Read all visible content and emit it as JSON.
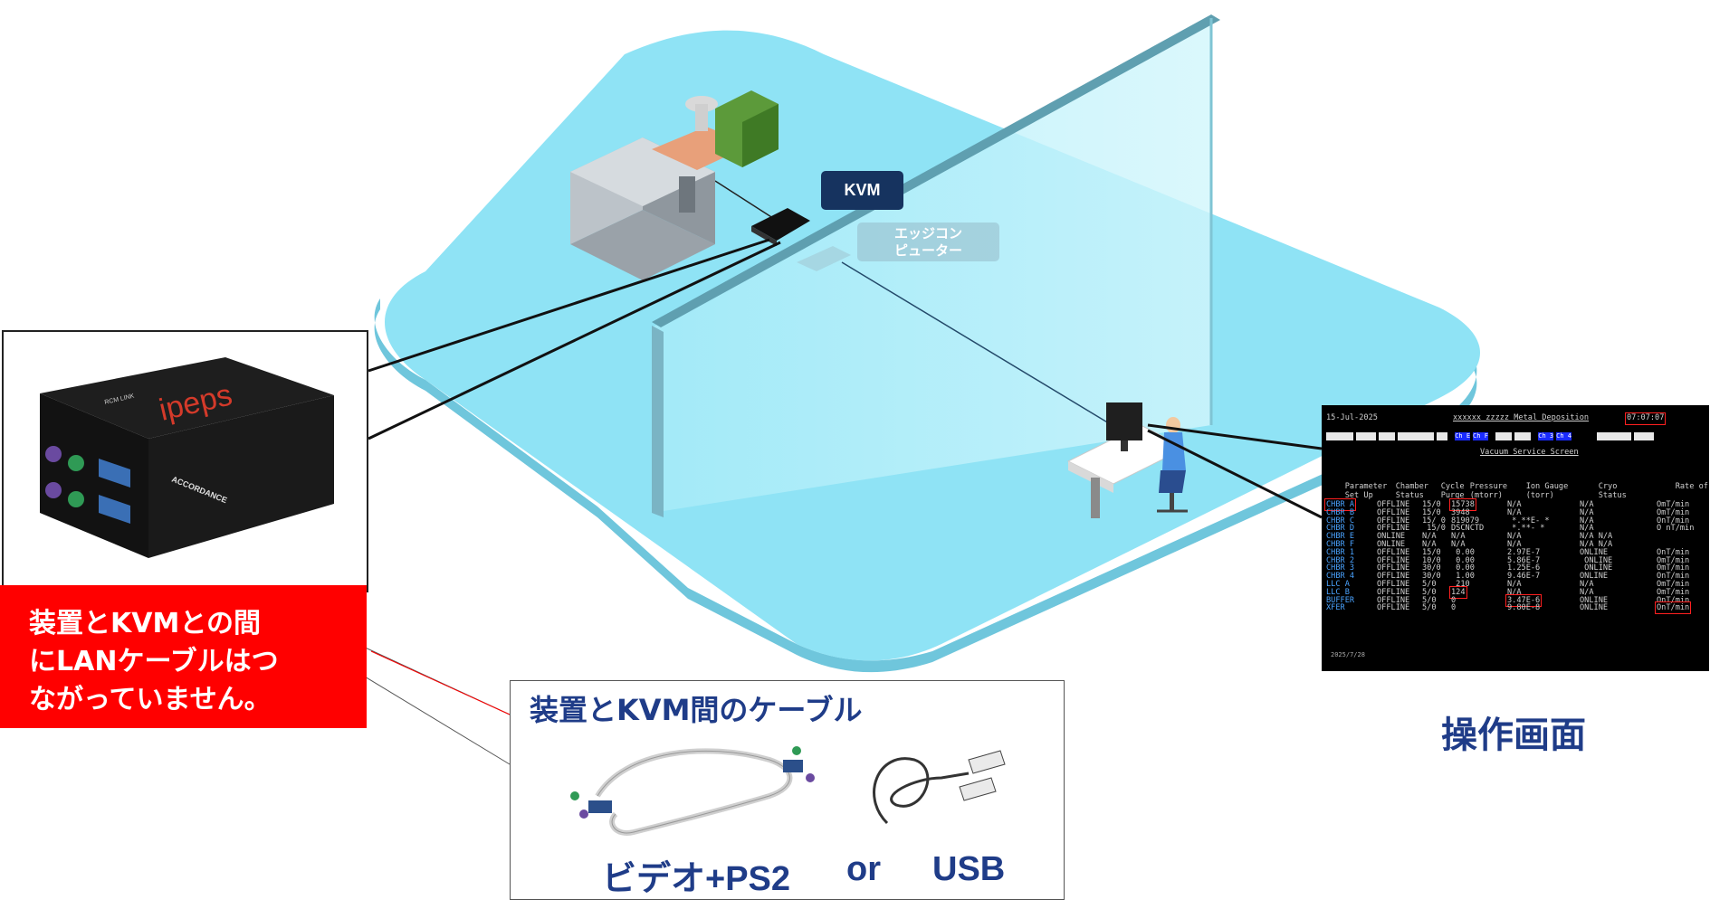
{
  "labels": {
    "kvm": "KVM",
    "edge_line1": "エッジコン",
    "edge_line2": "ピューター",
    "warning_lines": [
      "装置とKVMとの間",
      "にLANケーブルはつ",
      "ながっていません。"
    ],
    "cable_title": "装置とKVM間のケーブル",
    "cable_option_video_ps2": "ビデオ+PS2",
    "cable_or": "or",
    "cable_option_usb": "USB",
    "screen_caption": "操作画面"
  },
  "device": {
    "brand": "ipeps",
    "maker": "ACCORDANCE",
    "model_text": "RCM LINK"
  },
  "terminal": {
    "date": "15-Jul-2025",
    "title": "xxxxxx zzzzz  Metal Deposition",
    "time": "07:07:07",
    "tabs": [
      "Ch E",
      "Ch F",
      "Ch 3",
      "Ch 4"
    ],
    "subtitle": "Vacuum Service Screen",
    "headers_line1": [
      "Parameter",
      "Chamber",
      "Cycle",
      "Pressure",
      "Ion Gauge",
      "Cryo",
      "Rate of Rise"
    ],
    "headers_line2": [
      "Set Up",
      "Status",
      "Purge",
      "(mtorr)",
      "(torr)",
      "Status",
      ""
    ],
    "rows": [
      {
        "name": "CHBR A",
        "status": "OFFLINE",
        "cycle": "15/0",
        "pressure": "15738",
        "ion": "N/A",
        "cryo": "N/A",
        "ror": "OmT/min"
      },
      {
        "name": "CHBR B",
        "status": "OFFLINE",
        "cycle": "15/0",
        "pressure": "3948",
        "ion": "N/A",
        "cryo": "N/A",
        "ror": "OmT/min"
      },
      {
        "name": "CHBR C",
        "status": "OFFLINE",
        "cycle": "15/ 0",
        "pressure": "819079",
        "ion": " *.**E- *",
        "cryo": "N/A",
        "ror": "OnT/min"
      },
      {
        "name": "CHBR D",
        "status": "OFFLINE",
        "cycle": " 15/0",
        "pressure": "DSCNCTD",
        "ion": " *.**- *",
        "cryo": "N/A",
        "ror": "O nT/min"
      },
      {
        "name": "CHBR E",
        "status": "ONLINE",
        "cycle": "N/A",
        "pressure": "N/A",
        "ion": "N/A",
        "cryo": "N/A N/A",
        "ror": ""
      },
      {
        "name": "CHBR F",
        "status": "ONLINE",
        "cycle": "N/A",
        "pressure": "N/A",
        "ion": "N/A",
        "cryo": "N/A N/A",
        "ror": ""
      },
      {
        "name": "CHBR 1",
        "status": "OFFLINE",
        "cycle": "15/0",
        "pressure": " 0.00",
        "ion": "2.97E-7",
        "cryo": "ONLINE",
        "ror": "OnT/min"
      },
      {
        "name": "CHBR 2",
        "status": "OFFLINE",
        "cycle": "10/0",
        "pressure": " 0.00",
        "ion": "5.86E-7",
        "cryo": " ONLINE",
        "ror": "OmT/min"
      },
      {
        "name": "CHBR 3",
        "status": "OFFLINE",
        "cycle": "30/0",
        "pressure": " 0.00",
        "ion": "1.25E-6",
        "cryo": " ONLINE",
        "ror": "OmT/min"
      },
      {
        "name": "CHBR 4",
        "status": "OFFLINE",
        "cycle": "30/0",
        "pressure": " 1.00",
        "ion": "9.46E-7",
        "cryo": "ONLINE",
        "ror": "OnT/min"
      },
      {
        "name": "LLC A",
        "status": "OFFLINE",
        "cycle": "5/0",
        "pressure": " 210",
        "ion": "N/A",
        "cryo": "N/A",
        "ror": "OmT/min"
      },
      {
        "name": "LLC B",
        "status": "OFFLINE",
        "cycle": "5/0",
        "pressure": "124",
        "ion": "N/A",
        "cryo": "N/A",
        "ror": "OmT/min"
      },
      {
        "name": "BUFFER",
        "status": "OFFLINE",
        "cycle": "5/0",
        "pressure": "0",
        "ion": "3.47E-6",
        "cryo": "ONLINE",
        "ror": "OnT/min"
      },
      {
        "name": "XFER",
        "status": "OFFLINE",
        "cycle": "5/0",
        "pressure": "0",
        "ion": "9.80E-8",
        "cryo": "ONLINE",
        "ror": "OnT/min"
      }
    ],
    "footer_date": "2025/7/28"
  },
  "colors": {
    "floor": "#8fe3f5",
    "floor_edge": "#6fc6dc",
    "wall": "#b9eefa",
    "kvm_label_bg": "#16335f",
    "warning_bg": "#ff0000",
    "caption_text": "#1f3c88",
    "highlight": "#ff2020"
  }
}
